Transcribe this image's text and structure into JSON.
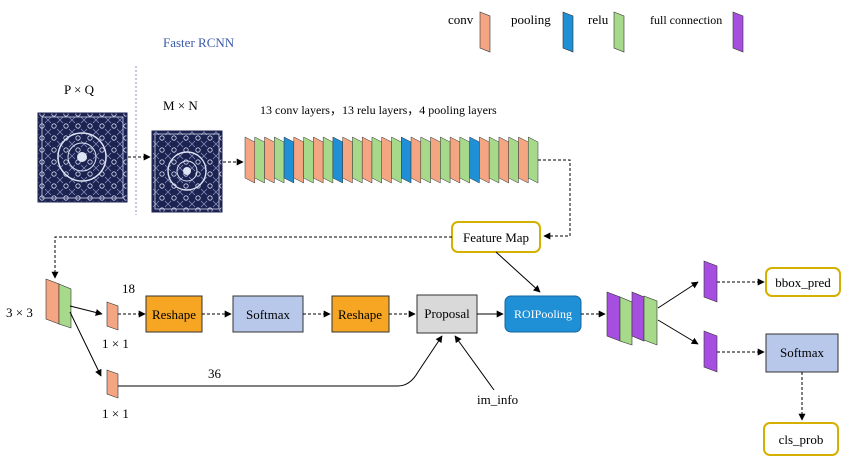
{
  "title": "Faster RCNN",
  "legend": {
    "conv": "conv",
    "pooling": "pooling",
    "relu": "relu",
    "full_connection": "full connection"
  },
  "labels": {
    "input_size": "P × Q",
    "resized_size": "M × N",
    "backbone": "13 conv layers，13 relu layers，4 pooling layers",
    "kernel_3x3": "3 × 3",
    "kernel_1x1_top": "1 × 1",
    "kernel_1x1_bottom": "1 × 1",
    "channels_18": "18",
    "channels_36": "36",
    "im_info": "im_info"
  },
  "nodes": {
    "feature_map": "Feature Map",
    "reshape_1": "Reshape",
    "softmax_1": "Softmax",
    "reshape_2": "Reshape",
    "proposal": "Proposal",
    "roi_pooling": "ROIPooling",
    "bbox_pred": "bbox_pred",
    "softmax_2": "Softmax",
    "cls_prob": "cls_prob"
  },
  "colors": {
    "conv": "#f4a582",
    "pooling": "#1f8fd6",
    "relu": "#a6d98a",
    "full_connection": "#a64ee0",
    "reshape_fill": "#f6a623",
    "softmax_fill": "#b8c8ea",
    "proposal_fill": "#d9d9d9",
    "roi_fill": "#1f8fd6",
    "output_border": "#d4b000",
    "title": "#3a5aa8"
  },
  "backbone_sequence": [
    "conv",
    "relu",
    "conv",
    "relu",
    "pooling",
    "conv",
    "relu",
    "conv",
    "relu",
    "pooling",
    "conv",
    "relu",
    "conv",
    "relu",
    "conv",
    "relu",
    "pooling",
    "conv",
    "relu",
    "conv",
    "relu",
    "conv",
    "relu",
    "pooling",
    "conv",
    "relu",
    "conv",
    "relu",
    "conv",
    "relu"
  ]
}
